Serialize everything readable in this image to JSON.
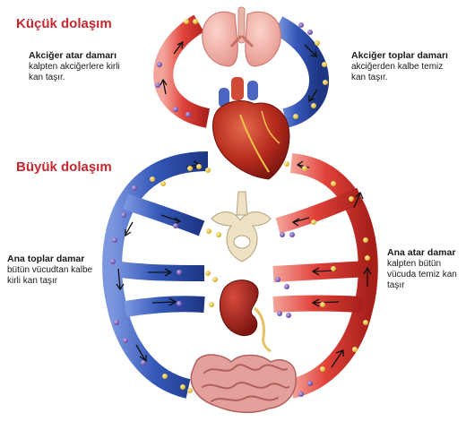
{
  "sections": {
    "small_circulation": "Küçük dolaşım",
    "large_circulation": "Büyük dolaşım"
  },
  "labels": {
    "pulmonary_artery": {
      "title": "Akciğer atar damarı",
      "lines": [
        "kalpten akciğerlere kirli",
        "kan taşır."
      ]
    },
    "pulmonary_vein": {
      "title": "Akciğer toplar damarı",
      "lines": [
        "akciğerden kalbe temiz",
        "kan taşır."
      ]
    },
    "vena_cava": {
      "title": "Ana toplar damar",
      "lines": [
        "bütün vücudtan kalbe",
        "kirli kan taşır"
      ]
    },
    "aorta": {
      "title": "Ana atar damar",
      "lines": [
        "kalpten bütün",
        "vücuda temiz kan",
        "taşır"
      ]
    }
  },
  "colors": {
    "artery_red": "#e0423a",
    "vein_blue": "#3457b8",
    "title_red": "#c8262f",
    "oxygen_yellow": "#e8c32a",
    "co2_purple": "#7a5bb5",
    "lung_pink": "#f2a7a0",
    "heart_red": "#b52a1c",
    "kidney_red": "#9d1f1a",
    "intestine_pink": "#d98a86",
    "bone_cream": "#ede2c4"
  },
  "icons": [
    "lungs-icon",
    "heart-icon",
    "vertebra-icon",
    "kidney-icon",
    "intestine-icon"
  ]
}
